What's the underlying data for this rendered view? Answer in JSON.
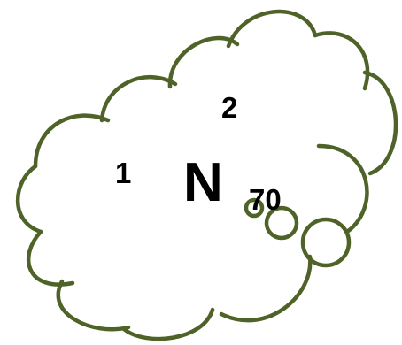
{
  "diagram": {
    "stroke_color": "#4f6228",
    "labels": {
      "one": "1",
      "two": "2",
      "letter": "N",
      "seventy": "70"
    }
  }
}
